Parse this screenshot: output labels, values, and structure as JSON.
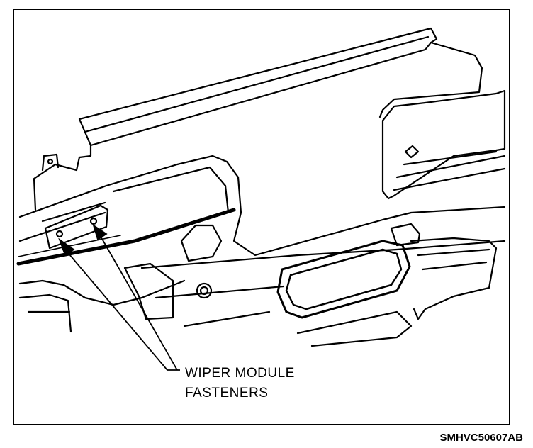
{
  "callout": {
    "line1": "WIPER MODULE",
    "line2": "FASTENERS"
  },
  "figure_code": "SMHVC50607AB"
}
